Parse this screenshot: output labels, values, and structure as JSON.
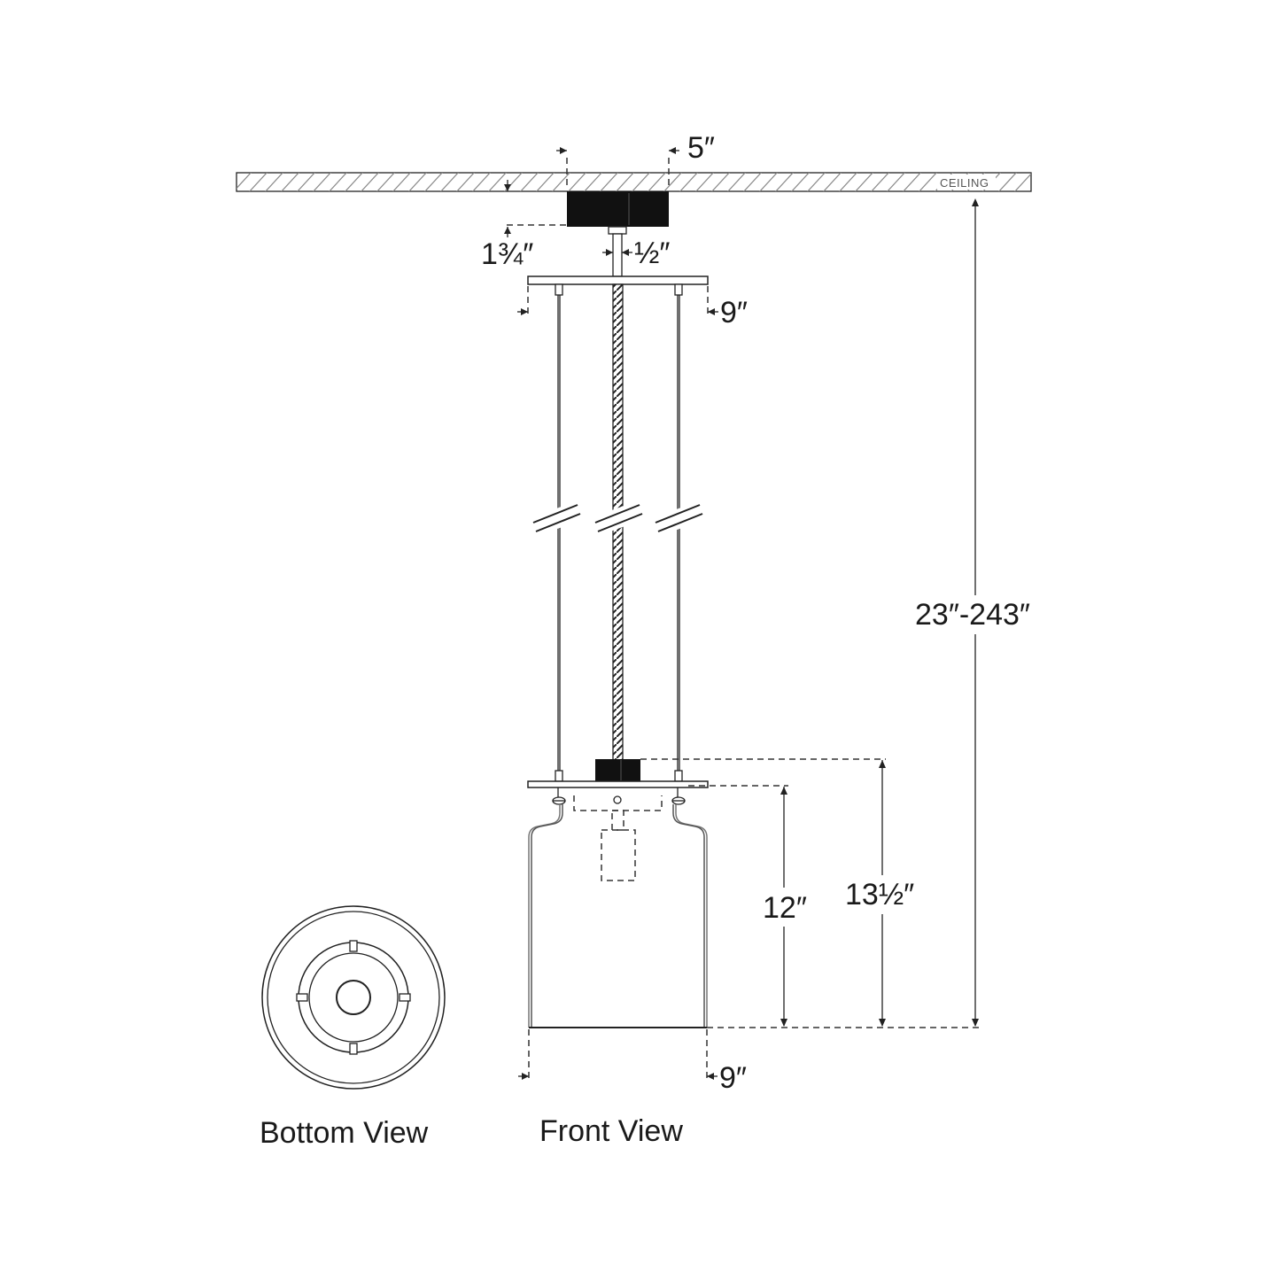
{
  "labels": {
    "ceiling": "CEILING",
    "canopy_width": "5″",
    "canopy_height": "1¾″",
    "stem_width": "½″",
    "crossbar_width": "9″",
    "overall_height": "23″-243″",
    "shade_height": "12″",
    "fixture_height": "13½″",
    "shade_width": "9″"
  },
  "views": {
    "bottom": "Bottom View",
    "front": "Front View"
  }
}
